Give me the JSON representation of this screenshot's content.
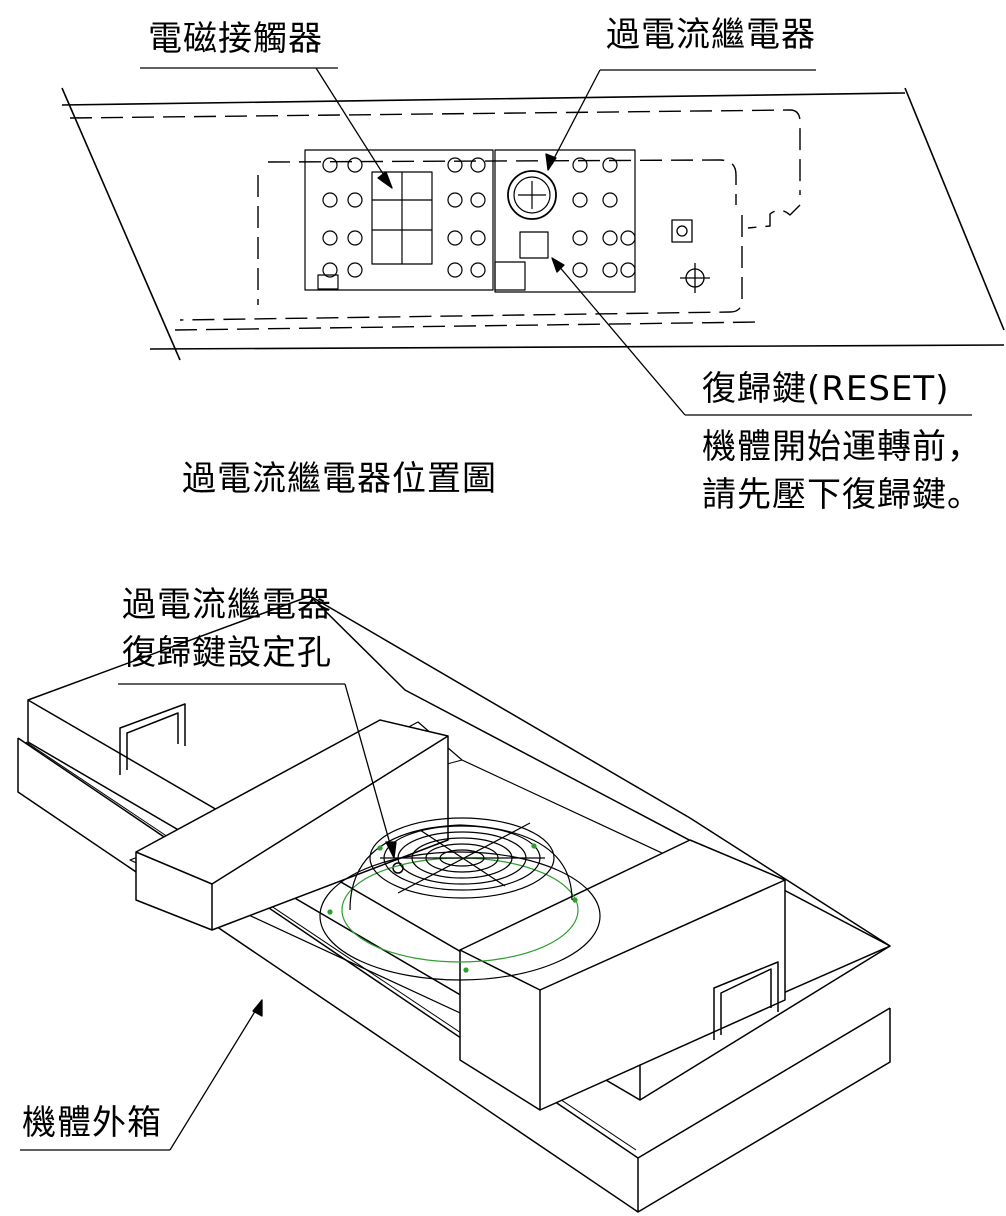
{
  "labels": {
    "contactor": "電磁接觸器",
    "overcurrent_relay": "過電流繼電器",
    "reset_key": "復歸鍵(RESET)",
    "note_line1": "機體開始運轉前，",
    "note_line2": "請先壓下復歸鍵。",
    "location_title": "過電流繼電器位置圖",
    "hole_line1": "過電流繼電器",
    "hole_line2": "復歸鍵設定孔",
    "housing": "機體外箱"
  },
  "colors": {
    "line": "#000000",
    "accent_green": "#2e9d2e"
  }
}
